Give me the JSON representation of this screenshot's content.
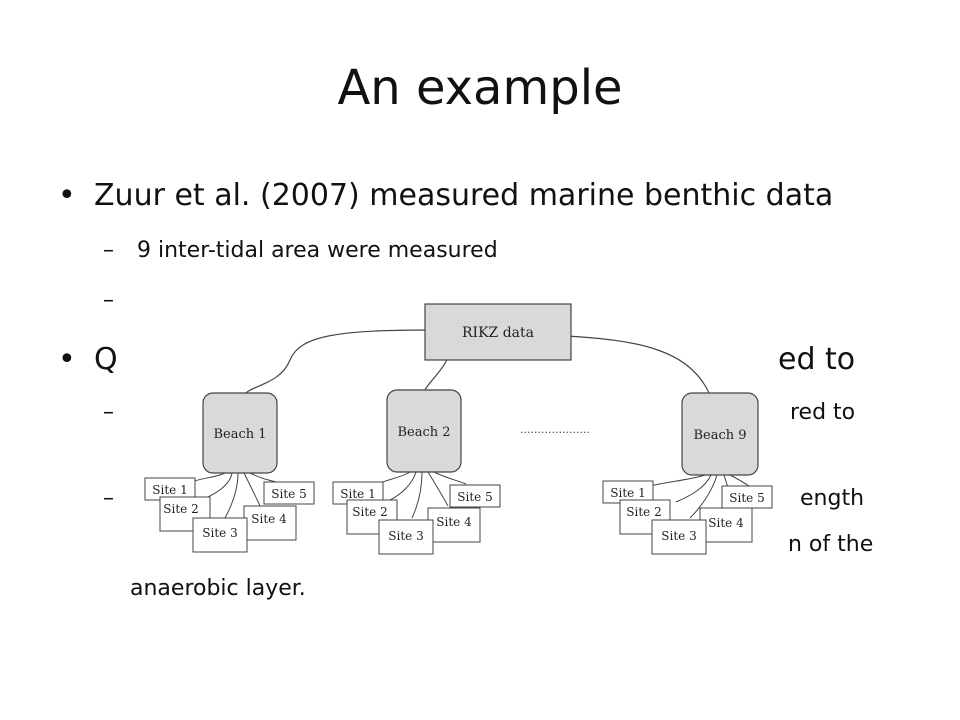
{
  "slide": {
    "title": "An example",
    "bullet1": "Zuur et al. (2007) measured marine benthic data",
    "sub1": "9 inter-tidal area were measured",
    "sub2_prefix": "",
    "bullet2_start": "Q",
    "bullet2_end": "ed to",
    "sub3_end": "red to",
    "sub4_end": "ength",
    "sub4_cont_end": "n of the",
    "cont_last": "anaerobic layer."
  },
  "diagram": {
    "root": "RIKZ data",
    "beaches": [
      "Beach 1",
      "Beach 2",
      "Beach 9"
    ],
    "sites": [
      "Site 1",
      "Site 2",
      "Site 3",
      "Site 4",
      "Site 5"
    ],
    "ellipsis": "....................",
    "colors": {
      "box_fill": "#d9d9d9",
      "stroke": "#444444",
      "site_fill": "#ffffff"
    }
  }
}
